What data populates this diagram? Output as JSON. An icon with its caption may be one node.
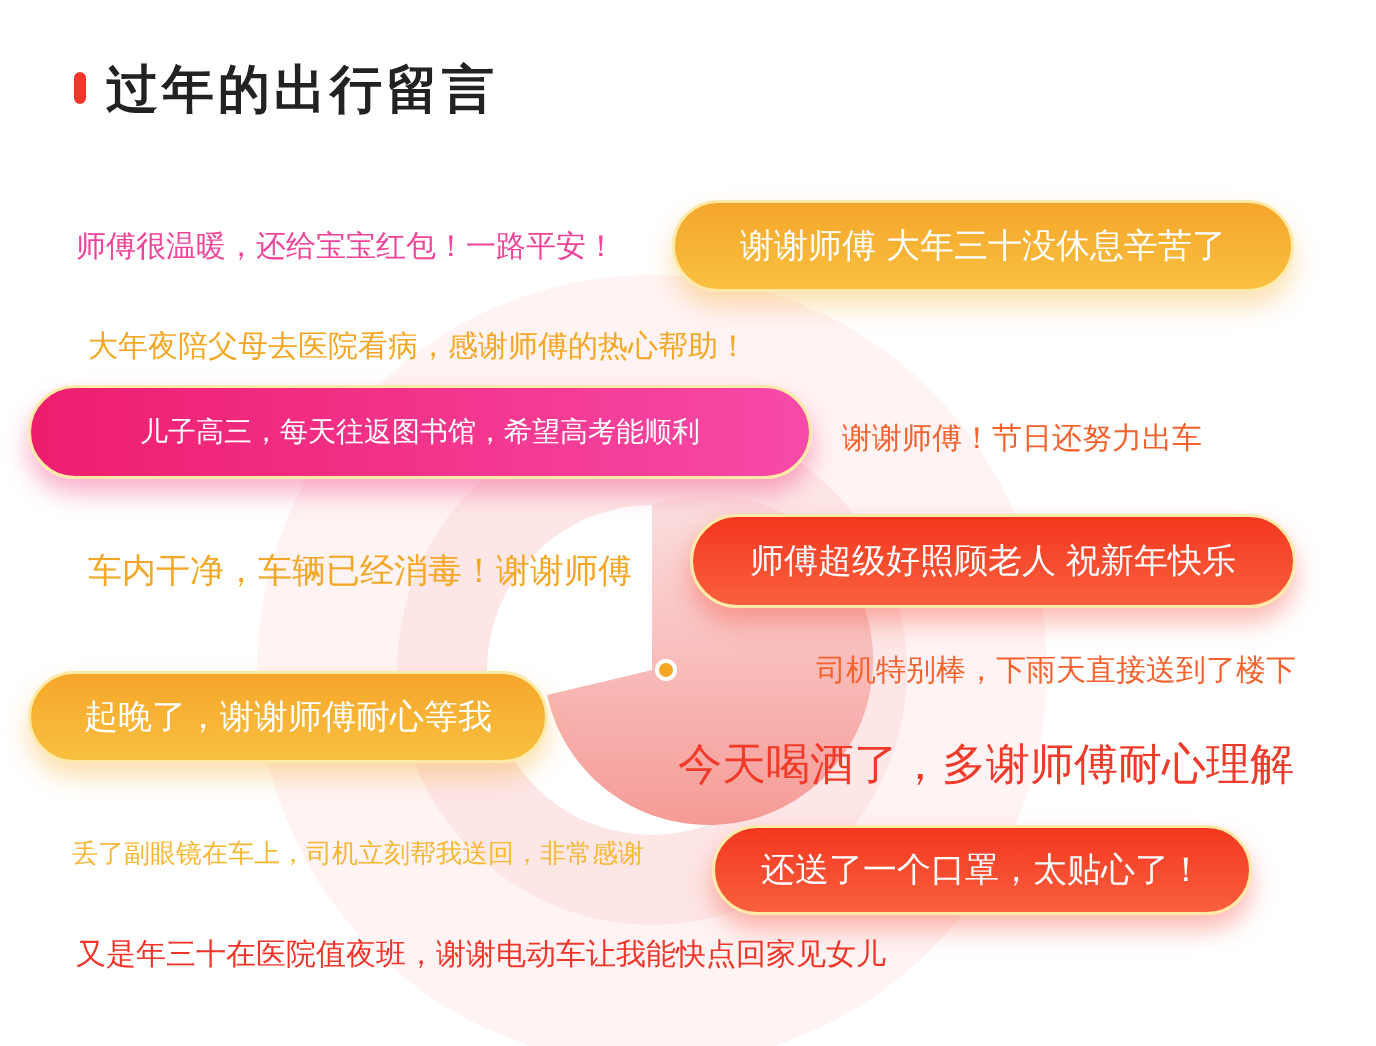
{
  "diagram": {
    "title": "过年的出行留言",
    "nodes": [
      {
        "text": [
          "谢谢师傅 大年三十没休息辛苦了"
        ]
      },
      {
        "text": [
          "儿子高三，每天往返图书馆，希望高考能顺利"
        ]
      },
      {
        "text": [
          "师傅超级好照顾老人 祝新年快乐"
        ]
      },
      {
        "text": [
          "起晚了，谢谢师傅耐心等我"
        ]
      },
      {
        "text": [
          "还送了一个口罩，太贴心了！"
        ]
      }
    ],
    "labels": [
      "师傅很温暖，还给宝宝红包！一路平安！",
      "大年夜陪父母去医院看病，感谢师傅的热心帮助！",
      "谢谢师傅！节日还努力出车",
      "车内干净，车辆已经消毒！谢谢师傅",
      "司机特别棒，下雨天直接送到了楼下",
      "今天喝酒了，多谢师傅耐心理解",
      "丢了副眼镜在车上，司机立刻帮我送回，非常感谢",
      "又是年三十在医院值夜班，谢谢电动车让我能快点回家见女儿"
    ]
  }
}
